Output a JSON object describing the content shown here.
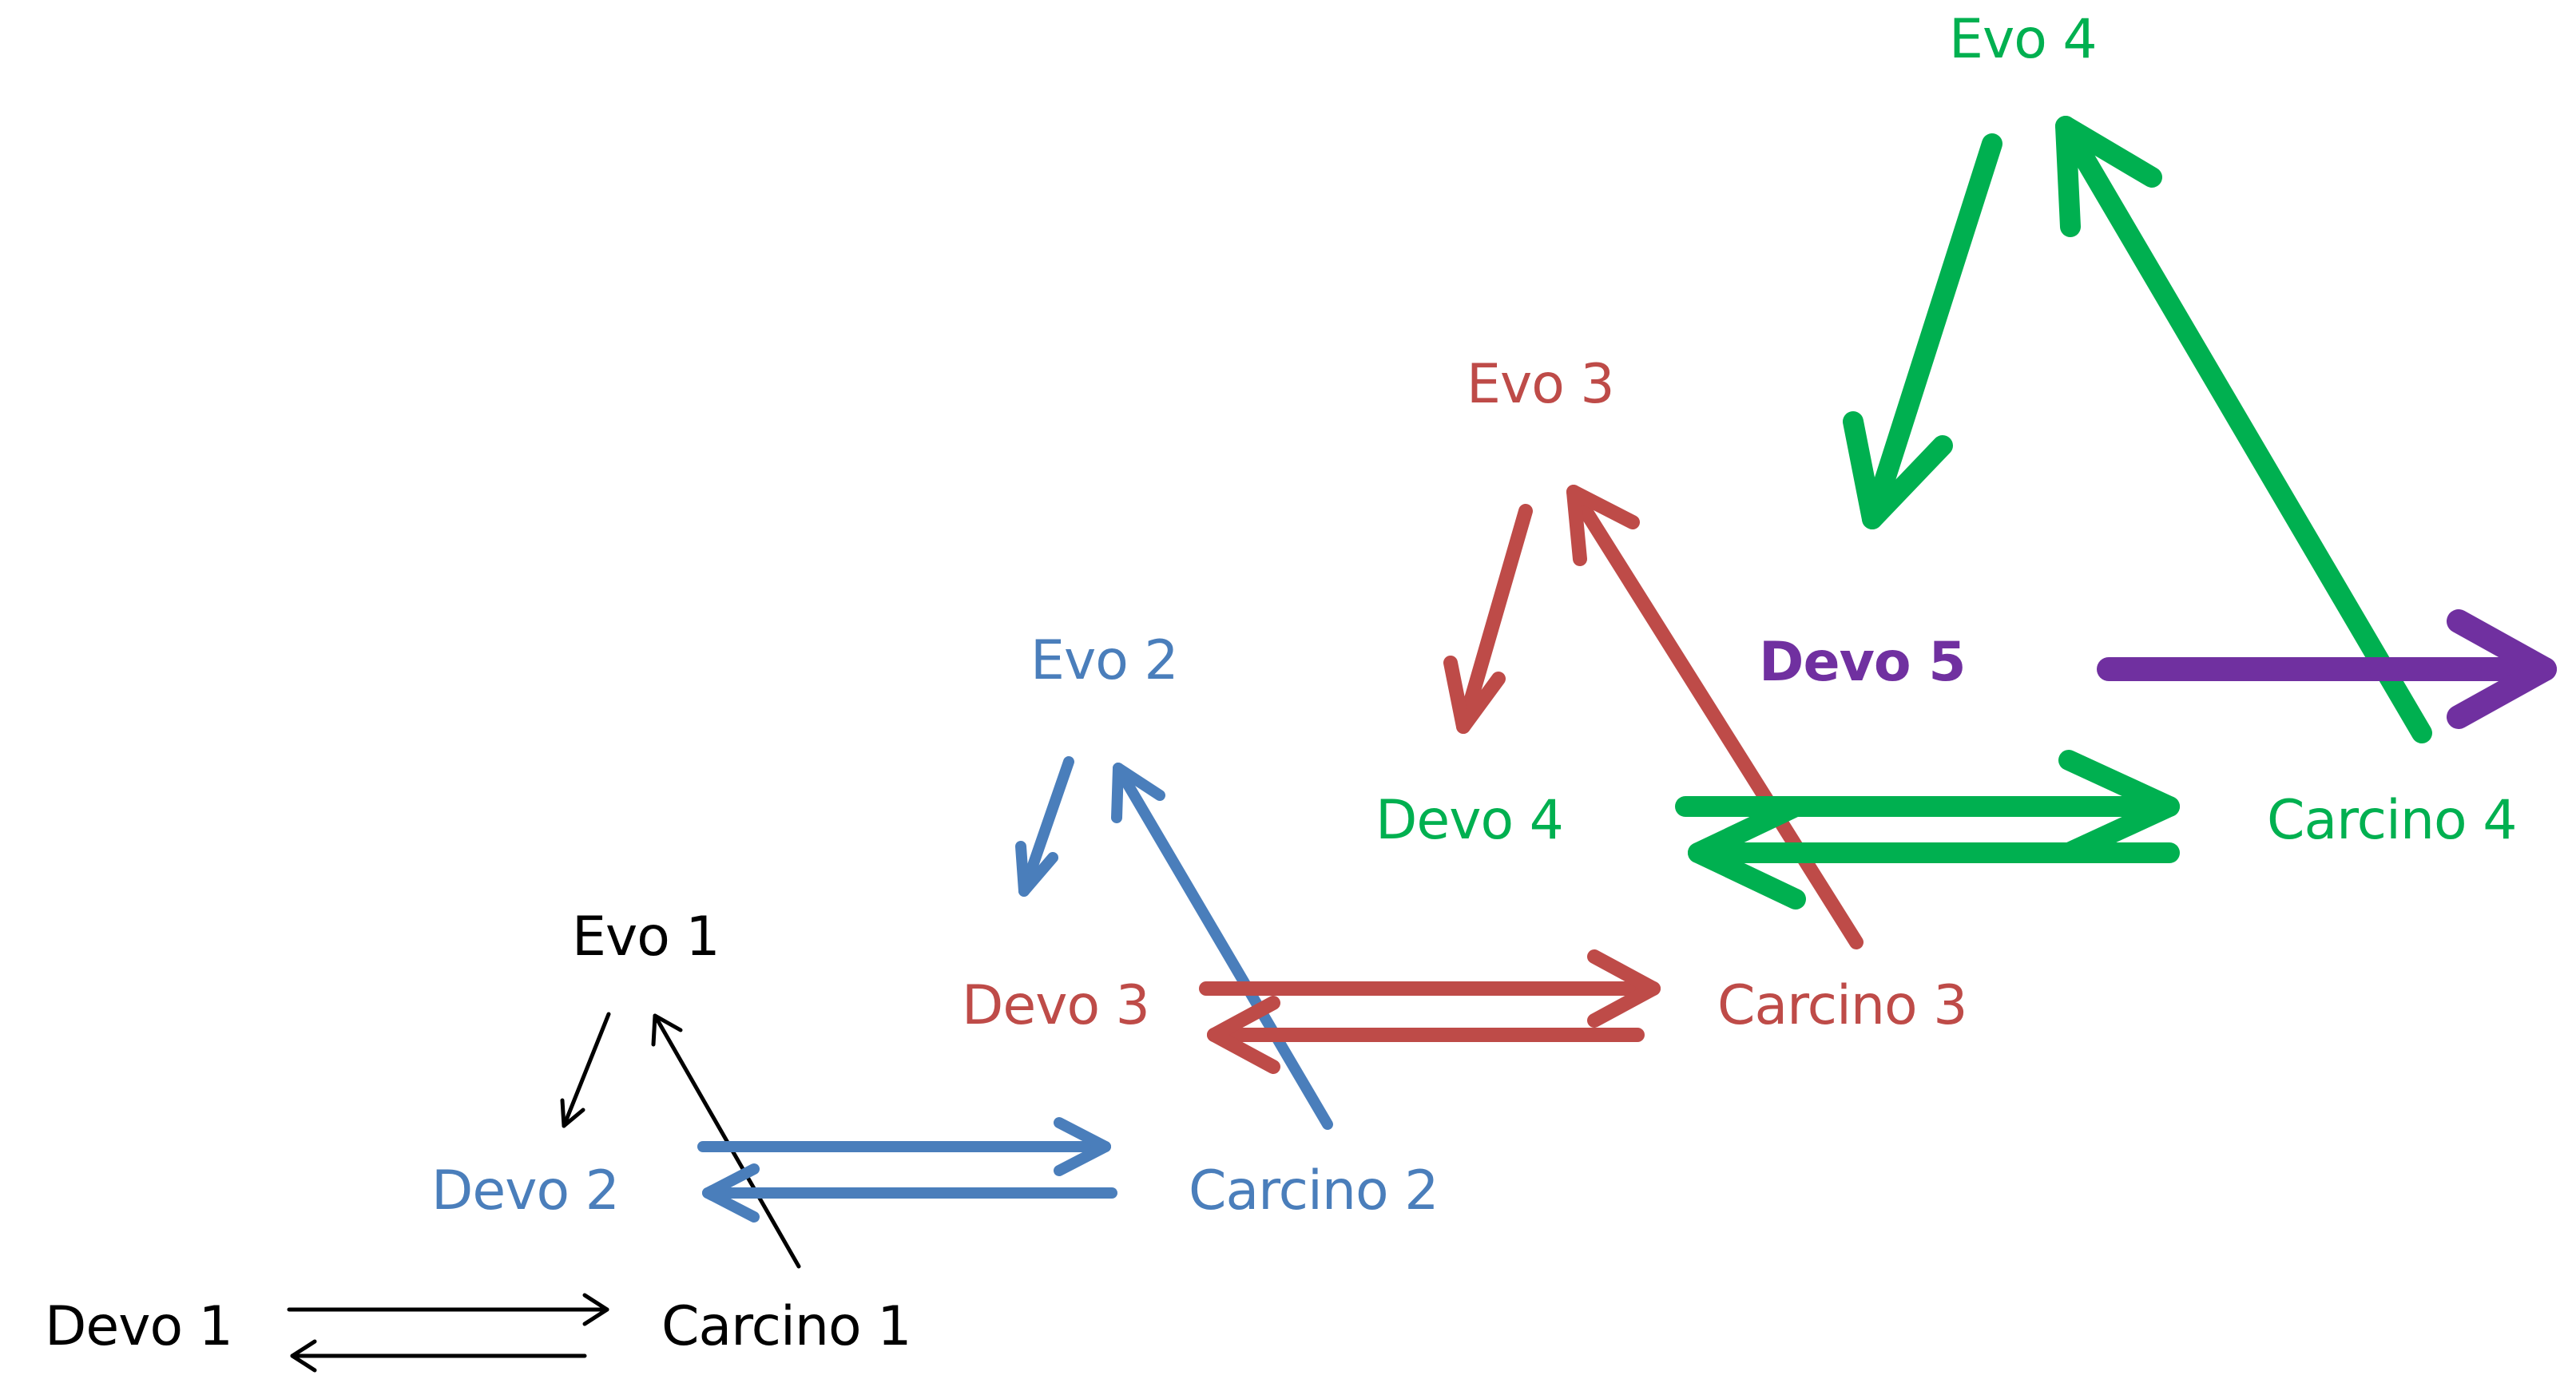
{
  "colors": {
    "stage1": "#000000",
    "stage2": "#4a7ebb",
    "stage3": "#be4b48",
    "stage4": "#00b050",
    "stage5": "#7030a0"
  },
  "stage1": {
    "devo": "Devo 1",
    "carcino": "Carcino 1",
    "evo": "Evo 1"
  },
  "stage2": {
    "devo": "Devo 2",
    "carcino": "Carcino 2",
    "evo": "Evo 2"
  },
  "stage3": {
    "devo": "Devo 3",
    "carcino": "Carcino 3",
    "evo": "Evo 3"
  },
  "stage4": {
    "devo": "Devo 4",
    "carcino": "Carcino 4",
    "evo": "Evo 4"
  },
  "stage5": {
    "devo": "Devo 5"
  }
}
